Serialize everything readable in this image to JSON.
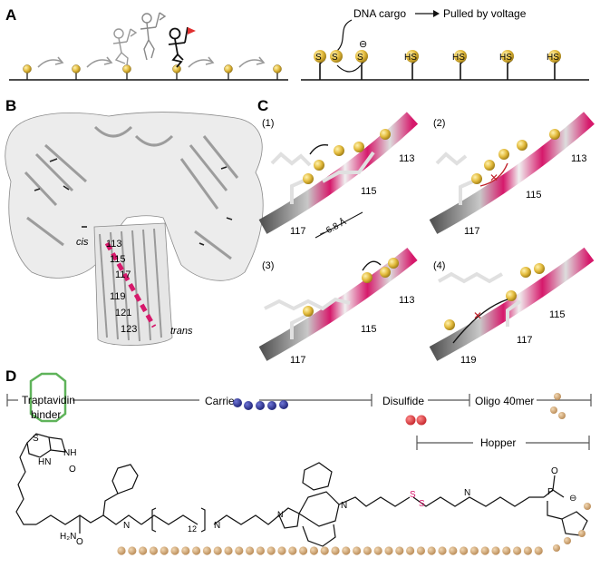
{
  "panels": {
    "a": {
      "letter": "A",
      "dna_cargo": "DNA cargo",
      "pulled": "Pulled by voltage",
      "hs": "HS",
      "s": "S",
      "minus": "⊖"
    },
    "b": {
      "letter": "B",
      "cis": "cis",
      "trans": "trans",
      "residues": [
        "113",
        "115",
        "117",
        "119",
        "121",
        "123"
      ]
    },
    "c": {
      "letter": "C",
      "steps": [
        {
          "num": "(1)",
          "labels": [
            "113",
            "115",
            "117"
          ],
          "distance": "~ 6.8 Å"
        },
        {
          "num": "(2)",
          "labels": [
            "113",
            "115",
            "117"
          ]
        },
        {
          "num": "(3)",
          "labels": [
            "113",
            "115",
            "117"
          ]
        },
        {
          "num": "(4)",
          "labels": [
            "115",
            "117",
            "119"
          ]
        }
      ]
    },
    "d": {
      "letter": "D",
      "traptavidin": "Traptavidin",
      "binder": "binder",
      "carrier": "Carrier",
      "disulfide": "Disulfide",
      "oligo": "Oligo 40mer",
      "hopper": "Hopper",
      "chem": {
        "s": "S",
        "o": "O",
        "n": "N",
        "h": "H",
        "hn": "HN",
        "nh": "NH",
        "h2n": "H₂N",
        "sub12": "12",
        "p": "P",
        "minus": "⊖"
      }
    }
  },
  "colors": {
    "gold": "#d9b23c",
    "magenta": "#d6196b",
    "navy": "#2b2f8f",
    "bead": "#c8a06c",
    "red": "#d9343a",
    "green": "#5fb35a"
  }
}
